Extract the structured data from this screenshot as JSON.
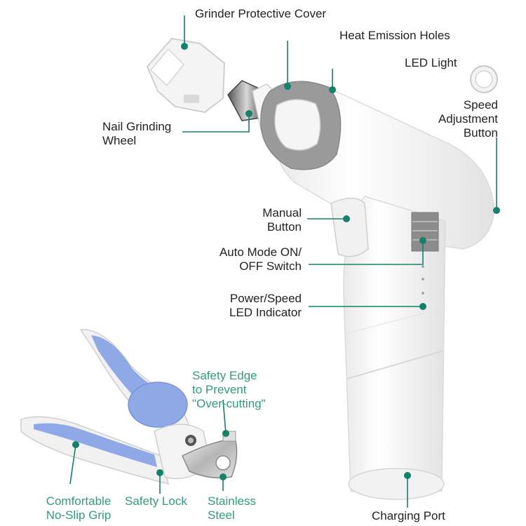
{
  "colors": {
    "accent": "#12826a",
    "accent_text": "#2f9e7a",
    "device_gray": "#9a9a9a",
    "clipper_blue": "#8ea9e6"
  },
  "labels": {
    "grinder_cover": "Grinder Protective Cover",
    "heat_holes": "Heat Emission Holes",
    "led_light": "LED Light",
    "speed_button": [
      "Speed",
      "Adjustment",
      "Button"
    ],
    "grinding_wheel": [
      "Nail Grinding",
      "Wheel"
    ],
    "manual_button": [
      "Manual",
      "Button"
    ],
    "auto_mode": [
      "Auto Mode ON/",
      "OFF Switch"
    ],
    "power_led": [
      "Power/Speed",
      "LED Indicator"
    ],
    "charging_port": "Charging Port",
    "safety_edge": [
      "Safety Edge",
      "to Prevent",
      "\"Over-cutting\""
    ],
    "no_slip_grip": [
      "Comfortable",
      "No-Slip Grip"
    ],
    "safety_lock": "Safety Lock",
    "stainless_steel": [
      "Stainless",
      "Steel"
    ]
  }
}
